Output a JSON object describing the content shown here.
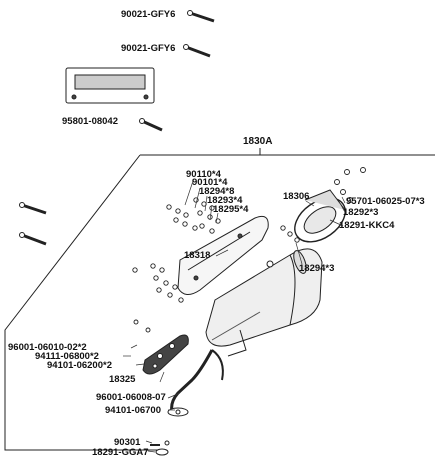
{
  "callouts": {
    "bolt_top_a": "90021-GFY6",
    "bolt_top_b": "90021-GFY6",
    "plate": "95801-08042",
    "assembly": "1830A",
    "c90110": "90110*4",
    "c90101": "90101*4",
    "c18294_8": "18294*8",
    "c18293": "18293*4",
    "c18295": "18295*4",
    "c18306": "18306",
    "c95701": "95701-06025-07*3",
    "c18292": "18292*3",
    "c18291kkc": "18291-KKC4",
    "c18318": "18318",
    "c18294_3": "18294*3",
    "c96001_06010": "96001-06010-02*2",
    "c94111": "94111-06800*2",
    "c94101_06200": "94101-06200*2",
    "c18325": "18325",
    "c96001_06008": "96001-06008-07",
    "c94101_06700": "94101-06700",
    "c90301": "90301",
    "c18291gga": "18291-GGA7"
  }
}
